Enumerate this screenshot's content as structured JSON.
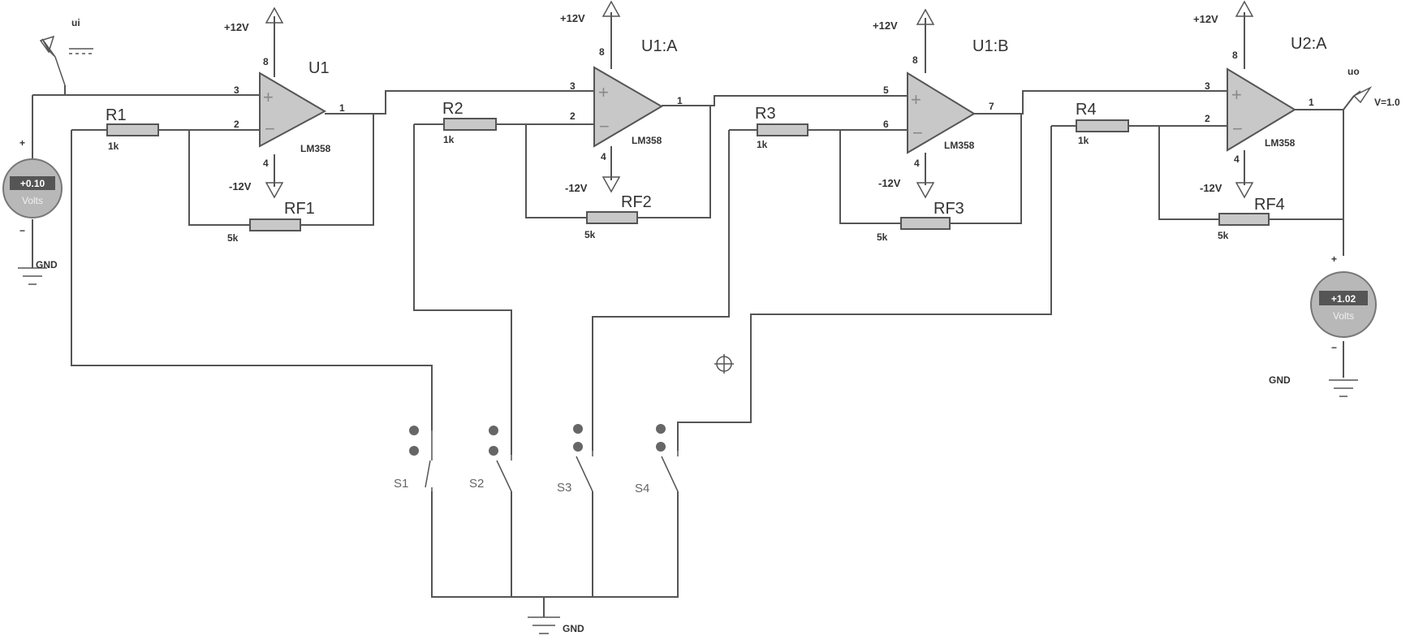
{
  "input": {
    "label": "ui"
  },
  "output": {
    "label": "uo",
    "probe": "V=1.0"
  },
  "meter_in": {
    "value": "+0.10",
    "unit": "Volts",
    "plus": "+",
    "minus": "−"
  },
  "meter_out": {
    "value": "+1.02",
    "unit": "Volts",
    "plus": "+",
    "minus": "−"
  },
  "gnd": {
    "label": "GND"
  },
  "power": {
    "pos": "+12V",
    "neg": "-12V",
    "pin_top": "8",
    "pin_bottom": "4"
  },
  "opamps": [
    {
      "ref": "U1",
      "model": "LM358",
      "pin_noninv": "3",
      "pin_inv": "2",
      "pin_out": "1"
    },
    {
      "ref": "U1:A",
      "model": "LM358",
      "pin_noninv": "3",
      "pin_inv": "2",
      "pin_out": "1"
    },
    {
      "ref": "U1:B",
      "model": "LM358",
      "pin_noninv": "5",
      "pin_inv": "6",
      "pin_out": "7"
    },
    {
      "ref": "U2:A",
      "model": "LM358",
      "pin_noninv": "3",
      "pin_inv": "2",
      "pin_out": "1"
    }
  ],
  "resistors": [
    {
      "ref": "R1",
      "value": "1k"
    },
    {
      "ref": "R2",
      "value": "1k"
    },
    {
      "ref": "R3",
      "value": "1k"
    },
    {
      "ref": "R4",
      "value": "1k"
    },
    {
      "ref": "RF1",
      "value": "5k"
    },
    {
      "ref": "RF2",
      "value": "5k"
    },
    {
      "ref": "RF3",
      "value": "5k"
    },
    {
      "ref": "RF4",
      "value": "5k"
    }
  ],
  "switches": [
    {
      "ref": "S1"
    },
    {
      "ref": "S2"
    },
    {
      "ref": "S3"
    },
    {
      "ref": "S4"
    }
  ]
}
